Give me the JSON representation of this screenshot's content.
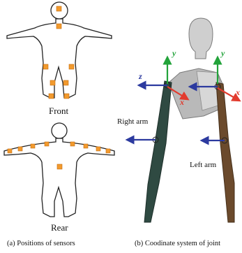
{
  "labels": {
    "front": "Front",
    "rear": "Rear",
    "right_arm": "Right arm",
    "left_arm": "Left arm"
  },
  "captions": {
    "a": "(a) Positions of sensors",
    "b": "(b) Coodinate system of joint"
  },
  "axes": {
    "y": "y",
    "x": "x",
    "z": "z"
  },
  "colors": {
    "sensor": "#f29a2e",
    "y_axis": "#22a33a",
    "x_axis": "#e23b2e",
    "z_axis": "#2c3a9f",
    "right_arm": "#2f4a42",
    "left_arm": "#6b4a2c",
    "torso": "#b9b9b9",
    "head": "#cfcfcf"
  }
}
